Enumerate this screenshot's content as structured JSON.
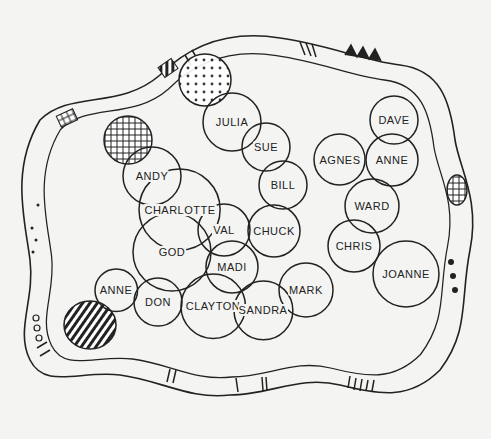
{
  "diagram": {
    "nodes": [
      {
        "text": [
          "JULIA"
        ]
      },
      {
        "text": [
          "SUE"
        ]
      },
      {
        "text": [
          "DAVE"
        ]
      },
      {
        "text": [
          "ANDY"
        ]
      },
      {
        "text": [
          "AGNES"
        ]
      },
      {
        "text": [
          "ANNE"
        ]
      },
      {
        "text": [
          "BILL"
        ]
      },
      {
        "text": [
          "WARD"
        ]
      },
      {
        "text": [
          "CHARLOTTE"
        ]
      },
      {
        "text": [
          "VAL"
        ]
      },
      {
        "text": [
          "CHUCK"
        ]
      },
      {
        "text": [
          "GOD"
        ]
      },
      {
        "text": [
          "CHRIS"
        ]
      },
      {
        "text": [
          "MADI"
        ]
      },
      {
        "text": [
          "JOANNE"
        ]
      },
      {
        "text": [
          "ANNE"
        ]
      },
      {
        "text": [
          "DON"
        ]
      },
      {
        "text": [
          "CLAYTON"
        ]
      },
      {
        "text": [
          "SANDRA"
        ]
      },
      {
        "text": [
          "MARK"
        ]
      }
    ]
  }
}
